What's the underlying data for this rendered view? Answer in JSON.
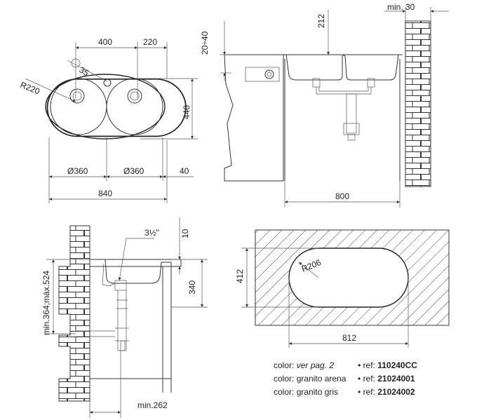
{
  "top_view": {
    "dim_400": "400",
    "dim_220": "220",
    "dim_35": "35",
    "dim_r220": "R220",
    "dim_440": "440",
    "dim_360a": "Ø360",
    "dim_360b": "Ø360",
    "dim_40": "40",
    "dim_840": "840"
  },
  "side_view": {
    "dim_20_40": "20÷40",
    "dim_212": "212",
    "dim_min30": "min. 30",
    "dim_800": "800"
  },
  "section_view": {
    "dim_10": "10",
    "dim_3half": "3½\"",
    "dim_340": "340",
    "dim_range": "min.364;máx.524",
    "dim_min262": "min.262"
  },
  "cutout_view": {
    "dim_412": "412",
    "dim_r206": "R206",
    "dim_812": "812"
  },
  "info": {
    "rows": [
      {
        "label": "color:",
        "value": "ver pag. 2",
        "italic": true,
        "ref_label": "• ref:",
        "ref": "110240CC"
      },
      {
        "label": "color:",
        "value": "granito arena",
        "italic": false,
        "ref_label": "• ref:",
        "ref": "21024001"
      },
      {
        "label": "color:",
        "value": "granito gris",
        "italic": false,
        "ref_label": "• ref:",
        "ref": "21024002"
      }
    ]
  }
}
